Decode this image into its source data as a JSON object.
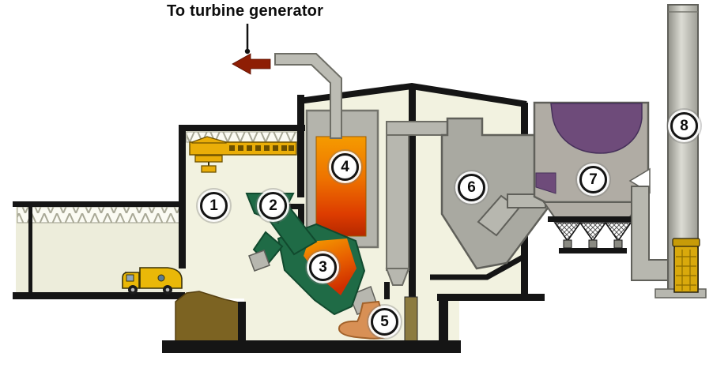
{
  "figure": {
    "kind": "process-flow-cutaway-diagram",
    "subject": "Waste-to-energy incineration plant cross-section",
    "annotation": {
      "label": "To turbine generator",
      "arrow_direction": "left"
    },
    "markers": [
      {
        "number": "1",
        "depicts": "waste-bunker-hall"
      },
      {
        "number": "2",
        "depicts": "feed-hopper"
      },
      {
        "number": "3",
        "depicts": "combustion-grate-furnace"
      },
      {
        "number": "4",
        "depicts": "boiler"
      },
      {
        "number": "5",
        "depicts": "bottom-ash-discharger"
      },
      {
        "number": "6",
        "depicts": "flue-gas-downpass-vessel"
      },
      {
        "number": "7",
        "depicts": "baghouse-filter"
      },
      {
        "number": "8",
        "depicts": "stack"
      }
    ],
    "objects": [
      "refuse-truck",
      "overhead-crane",
      "waste-pit",
      "steam-pipe",
      "turbine-direction-arrow",
      "filter-hopper-cones",
      "induced-draft-fan"
    ],
    "colors": {
      "outline": "#151515",
      "building_interior": "#f2f2e0",
      "equipment_gray": "#b7b7af",
      "fire_top_orange": "#f59b00",
      "fire_bottom_red": "#c22900",
      "grate_green": "#1f6b46",
      "waste_brown": "#7c6322",
      "ash_tan": "#d89055",
      "filter_purple": "#6e4b7a",
      "machine_yellow": "#eaae08",
      "arrow_dark_red": "#8e1e04"
    }
  }
}
